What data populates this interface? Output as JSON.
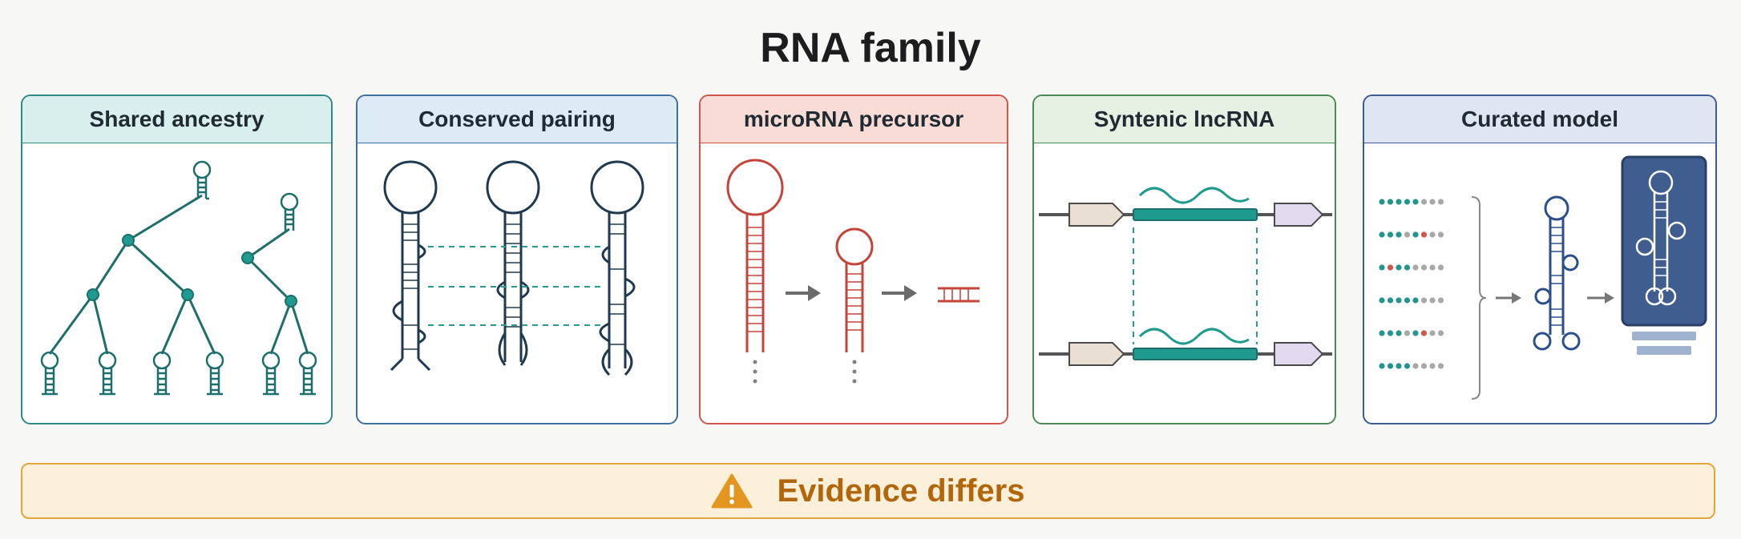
{
  "title": "RNA family",
  "panels": [
    {
      "label": "Shared ancestry",
      "accent": "#2e8b86",
      "head_bg": "#d9efed"
    },
    {
      "label": "Conserved pairing",
      "accent": "#3f6f9e",
      "head_bg": "#dcebf6"
    },
    {
      "label": "microRNA precursor",
      "accent": "#d0554a",
      "head_bg": "#fadcd6"
    },
    {
      "label": "Syntenic lncRNA",
      "accent": "#4c8a55",
      "head_bg": "#e6f0e3"
    },
    {
      "label": "Curated model",
      "accent": "#3d5c93",
      "head_bg": "#dfe6f1"
    }
  ],
  "banner": {
    "label": "Evidence differs",
    "icon": "warning-icon",
    "color": "#e3a63a"
  }
}
